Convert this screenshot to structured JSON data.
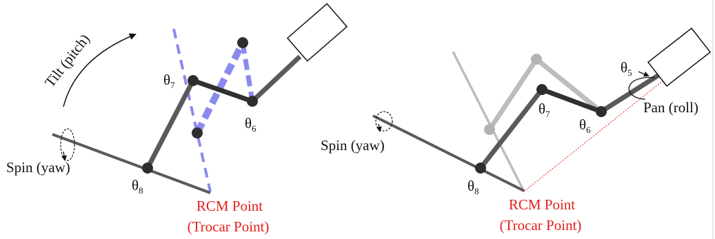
{
  "colors": {
    "link_dark": "#303030",
    "link_mid": "#5a5a5a",
    "link_ghost": "#bdbdbd",
    "joint": "#2e2e2e",
    "overlay_blue": "#8a8aee",
    "rcm_red": "#e3201b",
    "text": "#111111"
  },
  "left": {
    "tilt_label": "Tilt (pitch)",
    "spin_label": "Spin (yaw)",
    "theta7": {
      "sym": "θ",
      "sub": "7"
    },
    "theta6": {
      "sym": "θ",
      "sub": "6"
    },
    "theta8": {
      "sym": "θ",
      "sub": "8"
    },
    "rcm_line1": "RCM Point",
    "rcm_line2": "(Trocar Point)"
  },
  "right": {
    "spin_label": "Spin (yaw)",
    "pan_label": "Pan (roll)",
    "theta5": {
      "sym": "θ",
      "sub": "5"
    },
    "theta7": {
      "sym": "θ",
      "sub": "7"
    },
    "theta6": {
      "sym": "θ",
      "sub": "6"
    },
    "theta8": {
      "sym": "θ",
      "sub": "8"
    },
    "rcm_line1": "RCM Point",
    "rcm_line2": "(Trocar Point)"
  }
}
